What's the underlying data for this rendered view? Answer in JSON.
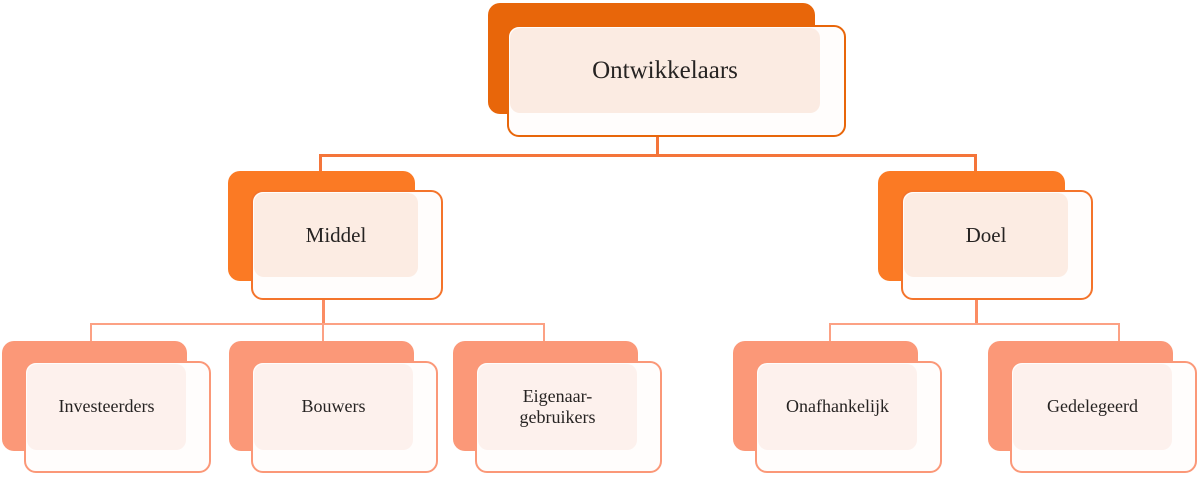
{
  "diagram": {
    "type": "hierarchy-tree",
    "language": "nl",
    "colors": {
      "level1_accent": "#E8660A",
      "level2_accent": "#FB7A24",
      "level3_accent": "#FB9878",
      "level1_panel": "#FBEBE2",
      "level2_panel": "#FCECE3",
      "level3_panel": "#FDF1ED",
      "card_white": "#FFFDFC",
      "text": "#262322",
      "connector_level1": "#F4753A",
      "connector_level2": "#FB8C63",
      "connector_level3": "#FCA184",
      "background": "#FFFFFF"
    },
    "root": {
      "label": "Ontwikkelaars"
    },
    "branches": [
      {
        "label": "Middel",
        "children": [
          {
            "label": "Investeerders"
          },
          {
            "label": "Bouwers"
          },
          {
            "label": "Eigenaar-\ngebruikers"
          }
        ]
      },
      {
        "label": "Doel",
        "children": [
          {
            "label": "Onafhankelijk"
          },
          {
            "label": "Gedelegeerd"
          }
        ]
      }
    ]
  }
}
